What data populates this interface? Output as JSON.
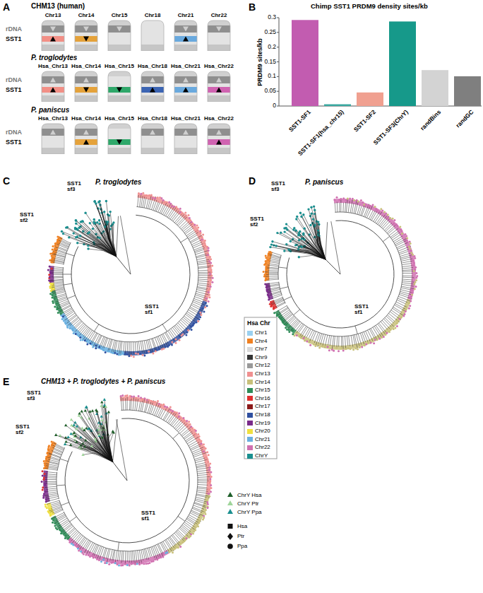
{
  "diagram": {
    "nodes": [
      {
        "text": [
          "Chr13"
        ]
      },
      {
        "text": [
          "Chr14"
        ]
      },
      {
        "text": [
          "Chr15"
        ]
      },
      {
        "text": [
          "Chr18"
        ]
      },
      {
        "text": [
          "Chr21"
        ]
      },
      {
        "text": [
          "Chr22"
        ]
      },
      {
        "text": [
          "Hsa_Chr13"
        ]
      },
      {
        "text": [
          "Hsa_Chr14"
        ]
      },
      {
        "text": [
          "Hsa_Chr15"
        ]
      },
      {
        "text": [
          "Hsa_Chr18"
        ]
      },
      {
        "text": [
          "Hsa_Chr21"
        ]
      },
      {
        "text": [
          "Hsa_Chr22"
        ]
      },
      {
        "text": [
          "Hsa_Chr13"
        ]
      },
      {
        "text": [
          "Hsa_Chr14"
        ]
      },
      {
        "text": [
          "Hsa_Chr15"
        ]
      },
      {
        "text": [
          "Hsa_Chr18"
        ]
      },
      {
        "text": [
          "Hsa_Chr21"
        ]
      },
      {
        "text": [
          "Hsa_Chr22"
        ]
      }
    ],
    "labels": [
      "A",
      "CHM13 (human)",
      "rDNA",
      "SST1",
      "P. troglodytes",
      "rDNA",
      "SST1",
      "P. paniscus",
      "rDNA",
      "SST1",
      "B",
      "Chimp SST1 PRDM9 density sites/kb",
      "PRDM9 sites/kb",
      "0.3",
      "0.25",
      "0.2",
      "0.15",
      "0.1",
      "0.05",
      "0",
      "SST1-SF1",
      "SST1-SF1(hsa_chr15)",
      "SST1-SF2",
      "SST1-SF3(ChrY)",
      "randBins",
      "randGC",
      "C",
      "P. troglodytes",
      "SST1 sf3",
      "SST1 sf2",
      "SST1 sf1",
      "D",
      "P. paniscus",
      "SST1 sf3",
      "SST1 sf2",
      "SST1 sf1",
      "Hsa Chr",
      "E",
      "CHM13 + P. troglodytes + P. paniscus",
      "SST1 sf3",
      "SST1 sf2",
      "SST1 sf1"
    ],
    "legend": [
      {
        "text": "Chr1",
        "color": "#9ad0f0"
      },
      {
        "text": "Chr4",
        "color": "#f08020"
      },
      {
        "text": "Chr7",
        "color": "#d8d8d8"
      },
      {
        "text": "Chr9",
        "color": "#333333"
      },
      {
        "text": "Chr12",
        "color": "#999999"
      },
      {
        "text": "Chr13",
        "color": "#f09090"
      },
      {
        "text": "Chr14",
        "color": "#c8c07a"
      },
      {
        "text": "Chr15",
        "color": "#2e8b57"
      },
      {
        "text": "Chr16",
        "color": "#e03030"
      },
      {
        "text": "Chr17",
        "color": "#8b1a1a"
      },
      {
        "text": "Chr18",
        "color": "#3050a0"
      },
      {
        "text": "Chr19",
        "color": "#7a2a8a"
      },
      {
        "text": "Chr20",
        "color": "#f0e040"
      },
      {
        "text": "Chr21",
        "color": "#6ab0e0"
      },
      {
        "text": "Chr22",
        "color": "#d070b0"
      },
      {
        "text": "ChrY",
        "color": "#1a8f8f"
      },
      {
        "text": "ChrY Hsa"
      },
      {
        "text": "ChrY Ptr"
      },
      {
        "text": "ChrY Ppa"
      },
      {
        "text": "Hsa"
      },
      {
        "text": "Ptr"
      },
      {
        "text": "Ppa"
      }
    ]
  }
}
